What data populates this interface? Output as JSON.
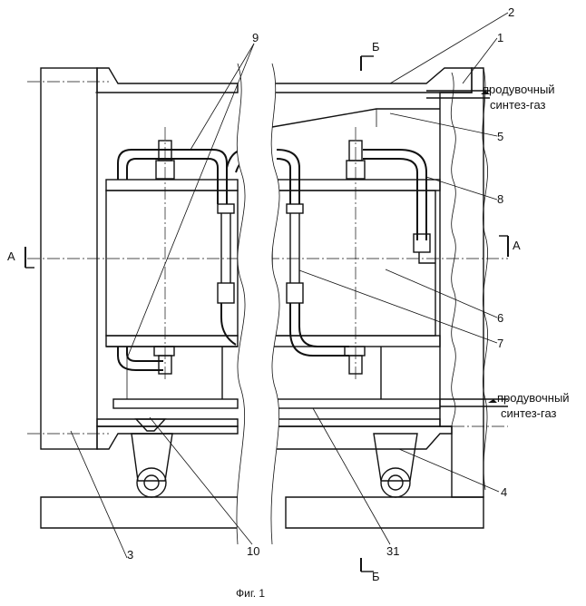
{
  "figure": {
    "caption": "Фиг. 1",
    "section_marks": {
      "a_left": "А",
      "a_right": "А",
      "b_top": "Б",
      "b_bottom": "Б"
    },
    "annotations": {
      "gas_top_line1": "продувочный",
      "gas_top_line2": "синтез-газ",
      "gas_bottom_line1": "продувочный",
      "gas_bottom_line2": "синтез-газ"
    },
    "callouts": {
      "c1": "1",
      "c2": "2",
      "c3": "3",
      "c4": "4",
      "c5": "5",
      "c6": "6",
      "c7": "7",
      "c8": "8",
      "c9": "9",
      "c10": "10",
      "c31": "31"
    }
  }
}
